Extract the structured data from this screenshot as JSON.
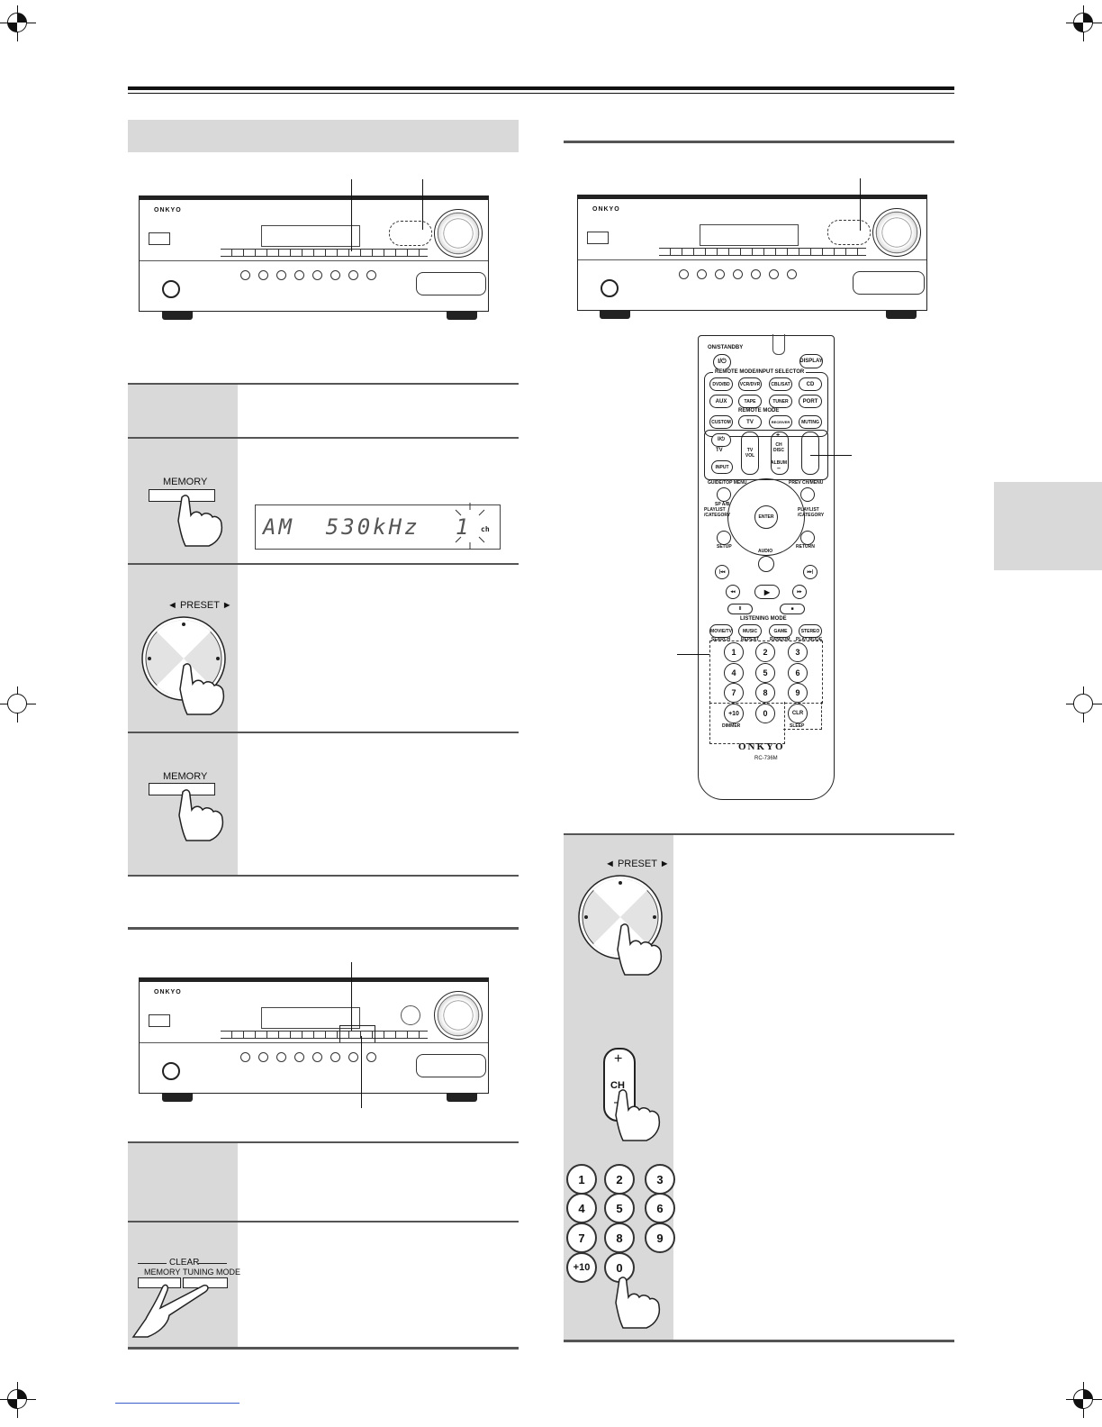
{
  "remote": {
    "on_standby": "ON/STANDBY",
    "power_symbol": "I/⏻",
    "display": "DISPLAY",
    "remote_mode_input_selector": "REMOTE MODE/INPUT SELECTOR",
    "row1": [
      "DVD/BD",
      "VCR/DVR",
      "CBL/SAT",
      "CD"
    ],
    "row2": [
      "AUX",
      "TAPE",
      "TUNER",
      "PORT"
    ],
    "remote_mode": "REMOTE MODE",
    "row3": [
      "CUSTOM",
      "TV",
      "RECEIVER",
      "MUTING"
    ],
    "tv": "TV",
    "input": "INPUT",
    "tv_vol": "TV VOL",
    "ch_disc": "CH DISC",
    "album": "ALBUM",
    "plus": "+",
    "minus": "–",
    "guide": "GUIDE/TOP MENU",
    "prev_ch": "PREV CH/MENU",
    "sp_ab": "SP A/B",
    "playlist_left": "PLAYLIST /CATEGORY",
    "playlist_right": "PLAYLIST /CATEGORY",
    "enter": "ENTER",
    "setup": "SETUP",
    "return": "RETURN",
    "audio": "AUDIO",
    "listening_mode": "LISTENING MODE",
    "row_lm": [
      "MOVIE/TV",
      "MUSIC",
      "GAME",
      "STEREO"
    ],
    "row_lm_sub": [
      "SEARCH",
      "REPEAT",
      "RANDOM",
      "PLAY MODE"
    ],
    "digits": [
      "1",
      "2",
      "3",
      "4",
      "5",
      "6",
      "7",
      "8",
      "9"
    ],
    "plus10": "+10",
    "zero": "0",
    "clr": "CLR",
    "dimmer": "DIMMER",
    "sleep": "SLEEP",
    "brand": "ONKYO",
    "model": "RC-736M"
  },
  "receiver": {
    "brand": "ONKYO"
  },
  "steps_left": {
    "memory_label": "MEMORY",
    "lcd_text": "AM  530kHz",
    "lcd_channel": "1",
    "lcd_ch_unit": "ch",
    "preset_label": "◄ PRESET ►",
    "memory_label_2": "MEMORY"
  },
  "clear_panel": {
    "clear_label": "CLEAR",
    "memory_label": "MEMORY",
    "tuning_mode_label": "TUNING MODE"
  },
  "steps_right": {
    "preset_label": "◄ PRESET ►",
    "ch_plus": "+",
    "ch_label": "CH",
    "ch_minus": "–",
    "digits": [
      "1",
      "2",
      "3",
      "4",
      "5",
      "6",
      "7",
      "8",
      "9",
      "+10",
      "0"
    ]
  }
}
